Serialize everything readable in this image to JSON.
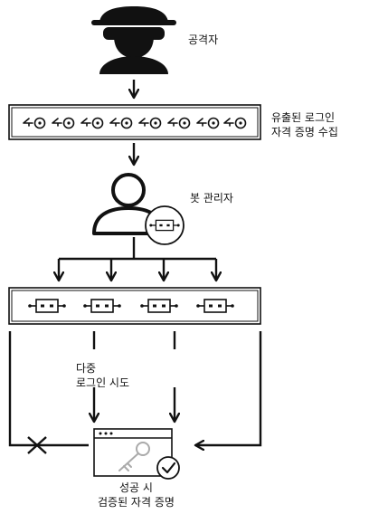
{
  "labels": {
    "attacker": "공격자",
    "leaked_line1": "유출된 로그인",
    "leaked_line2": "자격 증명 수집",
    "bot_manager": "봇 관리자",
    "multi_line1": "다중",
    "multi_line2": "로그인 시도",
    "success_line1": "성공 시",
    "success_line2": "검증된 자격 증명"
  },
  "icons": {
    "attacker": "hacker-with-hat-icon",
    "credentials": "key-icon",
    "bot_manager": "user-icon",
    "bot": "bot-icon",
    "login_window": "login-window-key-icon",
    "verified": "check-badge-icon"
  },
  "colors": {
    "stroke": "#111111",
    "fill": "#111111",
    "background": "#ffffff"
  }
}
